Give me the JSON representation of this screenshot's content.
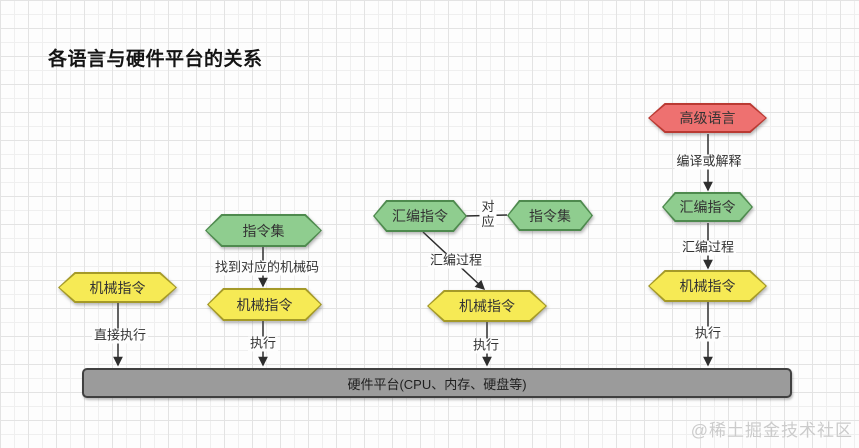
{
  "title": "各语言与硬件平台的关系",
  "nodes": [
    {
      "label": "机械指令",
      "type": "yellow"
    },
    {
      "label": "指令集",
      "type": "green"
    },
    {
      "label": "机械指令",
      "type": "yellow"
    },
    {
      "label": "汇编指令",
      "type": "green"
    },
    {
      "label": "指令集",
      "type": "green"
    },
    {
      "label": "机械指令",
      "type": "yellow"
    },
    {
      "label": "高级语言",
      "type": "red"
    },
    {
      "label": "汇编指令",
      "type": "green"
    },
    {
      "label": "机械指令",
      "type": "yellow"
    }
  ],
  "edge_labels": [
    {
      "label": "直接执行"
    },
    {
      "label": "找到对应的机械码"
    },
    {
      "label": "执行"
    },
    {
      "label": "对应"
    },
    {
      "label": "汇编过程"
    },
    {
      "label": "执行"
    },
    {
      "label": "编译或解释"
    },
    {
      "label": "汇编过程"
    },
    {
      "label": "执行"
    }
  ],
  "hardware_bar": {
    "label": "硬件平台(CPU、内存、硬盘等)"
  },
  "watermark": "@稀土掘金技术社区",
  "colors": {
    "yellow_fill": "#F6EA55",
    "yellow_border": "#A59A28",
    "green_fill": "#8FCD8F",
    "green_border": "#4E8A4E",
    "red_fill": "#EE7170",
    "red_border": "#BA3A33",
    "bar_fill": "#9B9B9B",
    "bar_border": "#404040",
    "connector": "#2E2E2E"
  }
}
